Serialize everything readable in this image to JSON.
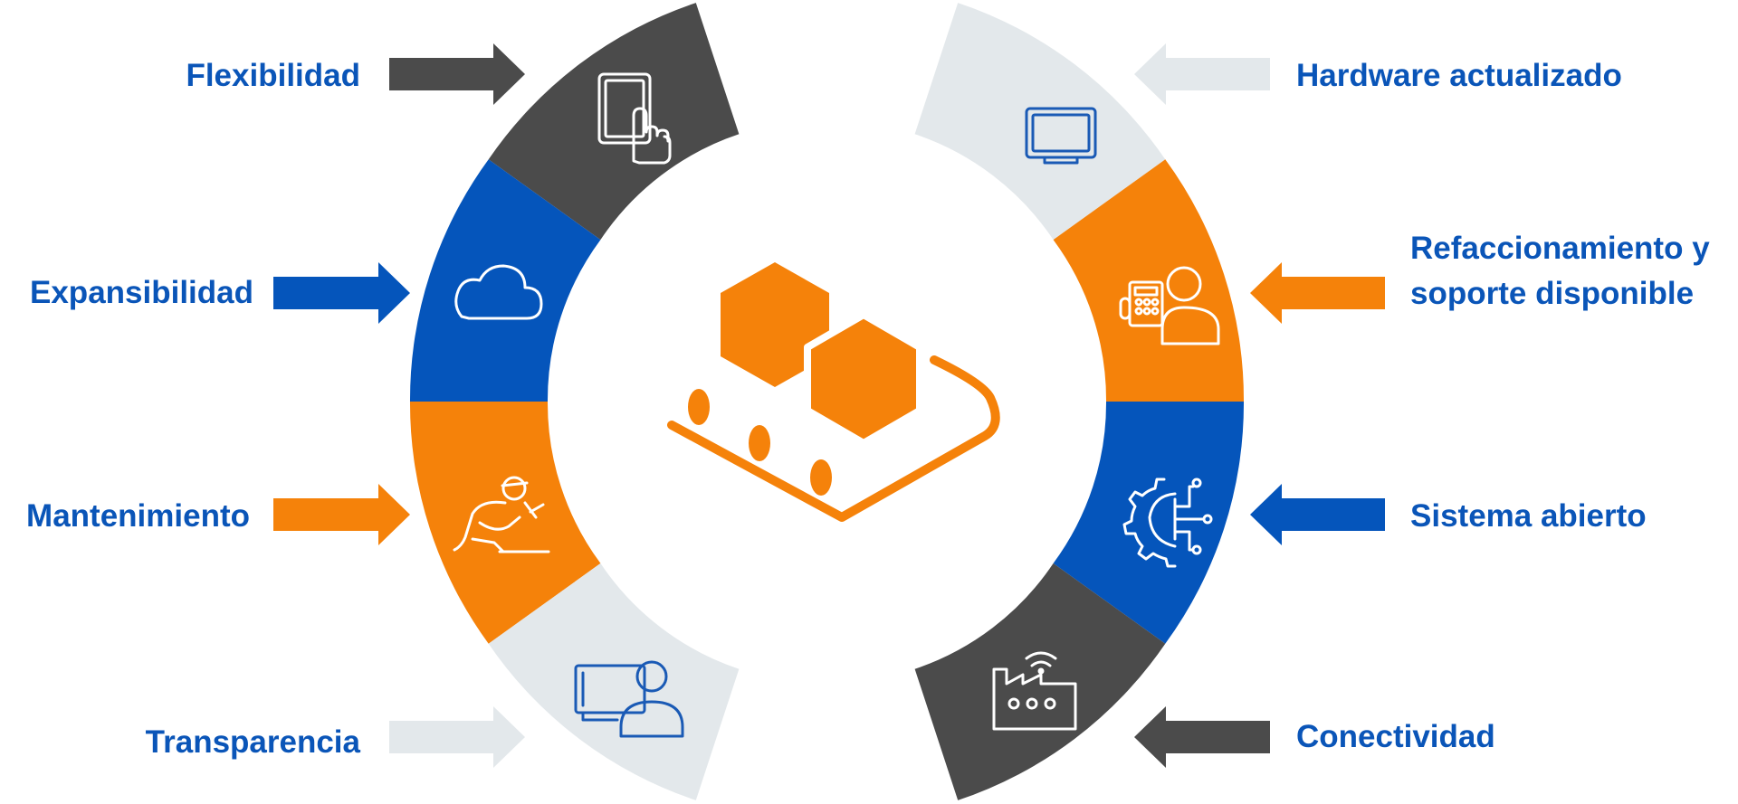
{
  "colors": {
    "blue": "#0555BB",
    "orange": "#F5820A",
    "dark_gray": "#4B4B4B",
    "light_gray": "#E3E8EB",
    "label_text": "#0A55B8",
    "icon_stroke_light": "#ffffff",
    "icon_stroke_blue": "#1A5AB5"
  },
  "center_icon": "conveyor-belt-with-boxes-icon",
  "left_items": [
    {
      "label": "Flexibilidad",
      "color": "dark_gray",
      "icon": "tablet-touch-icon"
    },
    {
      "label": "Expansibilidad",
      "color": "blue",
      "icon": "cloud-icon"
    },
    {
      "label": "Mantenimiento",
      "color": "orange",
      "icon": "technician-repair-icon"
    },
    {
      "label": "Transparencia",
      "color": "light_gray",
      "icon": "monitor-user-icon"
    }
  ],
  "right_items": [
    {
      "label": "Hardware actualizado",
      "color": "light_gray",
      "icon": "monitor-icon"
    },
    {
      "label_lines": [
        "Refaccionamiento y",
        "soporte disponible"
      ],
      "color": "orange",
      "icon": "calculator-support-icon"
    },
    {
      "label": "Sistema abierto",
      "color": "blue",
      "icon": "open-system-gear-icon"
    },
    {
      "label": "Conectividad",
      "color": "dark_gray",
      "icon": "connected-factory-icon"
    }
  ]
}
